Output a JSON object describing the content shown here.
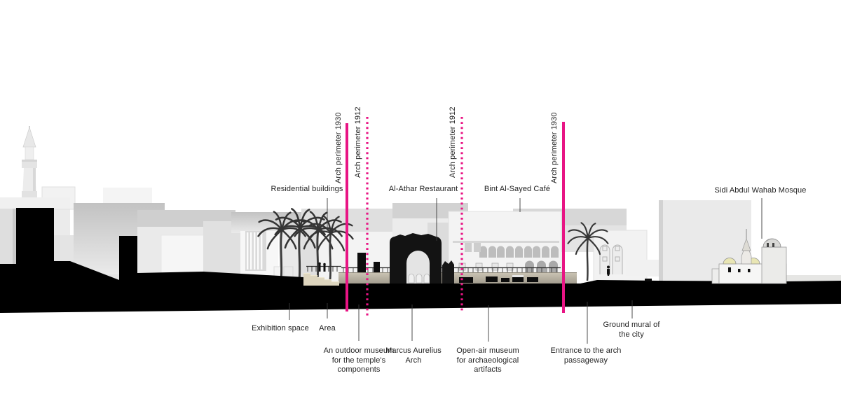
{
  "diagram": {
    "type": "architectural-section-elevation",
    "colors": {
      "accent_magenta": "#e81484",
      "ink": "#1f1f1f",
      "ground_black": "#000000",
      "plaza_tan": "#c7c0b0",
      "steps_beige": "#ddd5be",
      "mosque_dome_tint": "#e9e6b4"
    },
    "perimeter_markers": [
      {
        "label": "Arch perimeter 1930",
        "line_style": "solid"
      },
      {
        "label": "Arch perimeter 1912",
        "line_style": "dotted"
      },
      {
        "label": "Arch perimeter 1912",
        "line_style": "dotted"
      },
      {
        "label": "Arch perimeter 1930",
        "line_style": "solid"
      }
    ],
    "building_labels": [
      {
        "text": "Residential buildings"
      },
      {
        "text": "Al-Athar Restaurant"
      },
      {
        "text": "Bint Al-Sayed Café"
      },
      {
        "text": "Sidi Abdul Wahab Mosque"
      }
    ],
    "site_labels": [
      {
        "lines": [
          "Exhibition space"
        ]
      },
      {
        "lines": [
          "Area"
        ]
      },
      {
        "lines": [
          "An outdoor museum",
          "for the temple's",
          "components"
        ]
      },
      {
        "lines": [
          "Marcus Aurelius",
          "Arch"
        ]
      },
      {
        "lines": [
          "Open-air museum",
          "for archaeological",
          "artifacts"
        ]
      },
      {
        "lines": [
          "Entrance to the arch",
          "passageway"
        ]
      },
      {
        "lines": [
          "Ground mural of",
          "the city"
        ]
      }
    ]
  }
}
